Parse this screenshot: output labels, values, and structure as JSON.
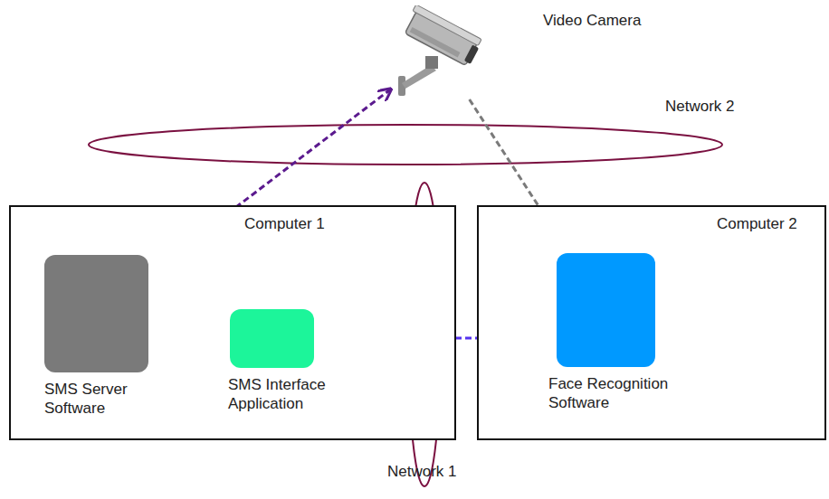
{
  "diagram": {
    "nodes": [
      {
        "text": [
          "Video Camera"
        ]
      },
      {
        "text": [
          "Computer 1"
        ]
      },
      {
        "text": [
          "SMS Server Software"
        ],
        "in": 1
      },
      {
        "text": [
          "SMS Interface Application"
        ],
        "in": 1
      },
      {
        "text": [
          "Computer 2"
        ]
      },
      {
        "text": [
          "Face Recognition Software"
        ],
        "in": 4
      }
    ],
    "edges": [
      {
        "from": 0,
        "to": 2,
        "arrow": "both"
      },
      {
        "from": 0,
        "to": 5,
        "arrow": "to"
      },
      {
        "from": 2,
        "to": 3,
        "arrow": "both"
      },
      {
        "from": 3,
        "to": 5,
        "arrow": "both"
      }
    ],
    "labels": [
      "Network 2",
      "Network 1"
    ]
  }
}
